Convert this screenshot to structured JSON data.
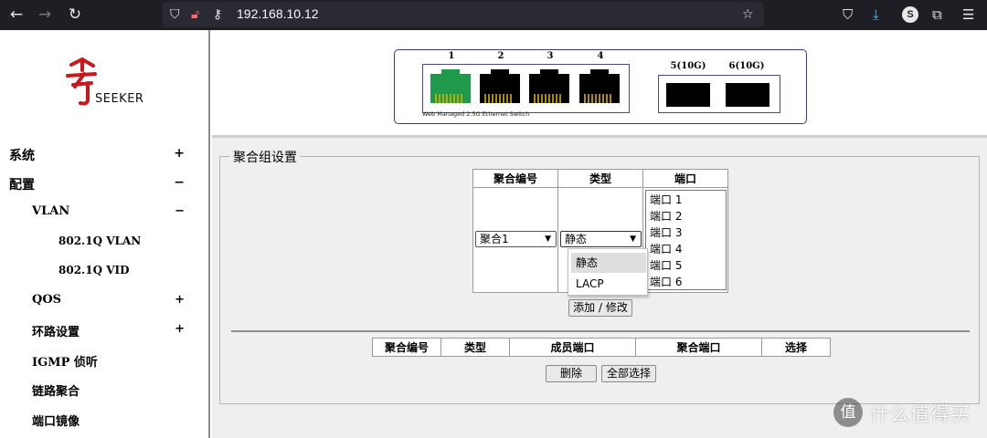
{
  "browser": {
    "url": "192.168.10.12",
    "avatar_letter": "S"
  },
  "sidebar": {
    "logo_text": "SEEKER",
    "items": [
      {
        "label": "系统",
        "mark": "+"
      },
      {
        "label": "配置",
        "mark": "−"
      },
      {
        "label": "VLAN",
        "mark": "−"
      },
      {
        "label": "802.1Q VLAN",
        "mark": ""
      },
      {
        "label": "802.1Q VID",
        "mark": ""
      },
      {
        "label": "QOS",
        "mark": "+"
      },
      {
        "label": "环路设置",
        "mark": "+"
      },
      {
        "label": "IGMP 侦听",
        "mark": ""
      },
      {
        "label": "链路聚合",
        "mark": ""
      },
      {
        "label": "端口镜像",
        "mark": ""
      }
    ]
  },
  "switch_panel": {
    "ports": [
      "1",
      "2",
      "3",
      "4"
    ],
    "sfp_ports": [
      "5(10G)",
      "6(10G)"
    ],
    "caption": "Web Managed 2.5G Ethernet Switch",
    "colors": {
      "active_port": "#1f9a4a",
      "idle_port": "#000000",
      "pins": "#d8b000"
    }
  },
  "aggregation": {
    "title": "聚合组设置",
    "headers": [
      "聚合编号",
      "类型",
      "端口"
    ],
    "group_select": "聚合1",
    "type_select": "静态",
    "type_options": [
      "静态",
      "LACP"
    ],
    "port_options": [
      "端口 1",
      "端口 2",
      "端口 3",
      "端口 4",
      "端口 5",
      "端口 6"
    ],
    "add_button": "添加 / 修改"
  },
  "group_list": {
    "headers": [
      "聚合编号",
      "类型",
      "成员端口",
      "聚合端口",
      "选择"
    ],
    "delete_button": "删除",
    "select_all_button": "全部选择"
  },
  "watermark": {
    "logo_glyph": "值",
    "text": "什么值得买"
  }
}
